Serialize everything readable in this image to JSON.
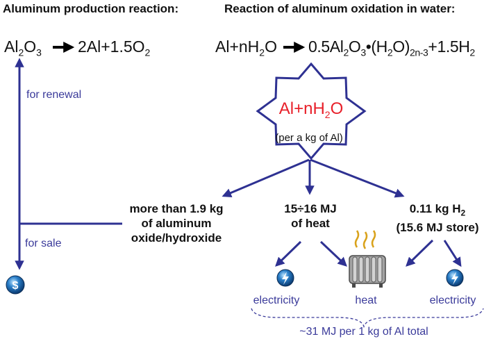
{
  "headers": {
    "left": "Aluminum production reaction:",
    "right": "Reaction of aluminum oxidation in water:"
  },
  "equations": {
    "production": {
      "r1": "Al",
      "s1": "2",
      "r2": "O",
      "s2": "3",
      "p1": "2Al+1.5O",
      "s3": "2"
    },
    "oxidation": {
      "r1": "Al+nH",
      "s1": "2",
      "r2": "O",
      "p1": "0.5Al",
      "s2": "2",
      "p2": "O",
      "s3": "3",
      "p3": "•(H",
      "s4": "2",
      "p4": "O)",
      "s5": "2n-3",
      "p5": "+1.5H",
      "s6": "2"
    }
  },
  "star": {
    "main": "Al+nH",
    "sub": "2",
    "tail": "O",
    "note": "(per a kg of Al)"
  },
  "left_labels": {
    "renewal": "for renewal",
    "sale": "for sale"
  },
  "outputs": {
    "oxide": [
      "more than 1.9 kg",
      "of aluminum",
      "oxide/hydroxide"
    ],
    "heat": [
      "15÷16 MJ",
      "of heat"
    ],
    "hydrogen": {
      "l1a": "0.11 kg H",
      "l1sub": "2",
      "l2": "(15.6 MJ store)"
    }
  },
  "bottom": {
    "electricity_left": "electricity",
    "heat": "heat",
    "electricity_right": "electricity",
    "total": "~31 MJ per 1 kg of Al total"
  },
  "colors": {
    "arrow": "#2e3192",
    "red": "#e8202a",
    "accent_blue": "#3a3a9a"
  },
  "icons": {
    "coin": "dollar-coin-icon",
    "bolt": "electricity-icon",
    "radiator": "radiator-heater-icon"
  }
}
